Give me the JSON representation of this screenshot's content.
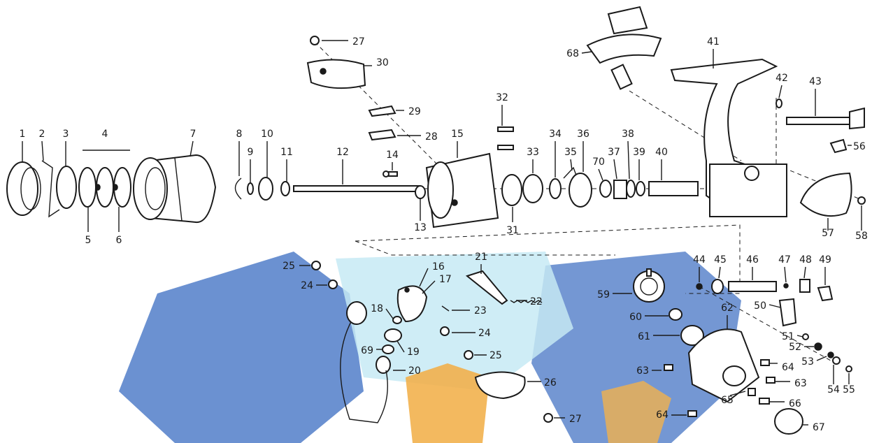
{
  "diagram": {
    "colors": {
      "ink": "#1a1a1a",
      "watermark_blue": "#3d6fc2",
      "watermark_orange": "#f1a93a",
      "watermark_cyan": "#bfe6f2"
    },
    "parts": [
      {
        "id": "p1",
        "label": "1"
      },
      {
        "id": "p2",
        "label": "2"
      },
      {
        "id": "p3",
        "label": "3"
      },
      {
        "id": "p4",
        "label": "4"
      },
      {
        "id": "p5",
        "label": "5"
      },
      {
        "id": "p6",
        "label": "6"
      },
      {
        "id": "p7",
        "label": "7"
      },
      {
        "id": "p8",
        "label": "8"
      },
      {
        "id": "p9",
        "label": "9"
      },
      {
        "id": "p10",
        "label": "10"
      },
      {
        "id": "p11",
        "label": "11"
      },
      {
        "id": "p12",
        "label": "12"
      },
      {
        "id": "p13",
        "label": "13"
      },
      {
        "id": "p14",
        "label": "14"
      },
      {
        "id": "p15",
        "label": "15"
      },
      {
        "id": "p16",
        "label": "16"
      },
      {
        "id": "p17",
        "label": "17"
      },
      {
        "id": "p18",
        "label": "18"
      },
      {
        "id": "p19",
        "label": "19"
      },
      {
        "id": "p20",
        "label": "20"
      },
      {
        "id": "p21",
        "label": "21"
      },
      {
        "id": "p22",
        "label": "22"
      },
      {
        "id": "p23",
        "label": "23"
      },
      {
        "id": "p24a",
        "label": "24"
      },
      {
        "id": "p24b",
        "label": "24"
      },
      {
        "id": "p25a",
        "label": "25"
      },
      {
        "id": "p25b",
        "label": "25"
      },
      {
        "id": "p26",
        "label": "26"
      },
      {
        "id": "p27a",
        "label": "27"
      },
      {
        "id": "p27b",
        "label": "27"
      },
      {
        "id": "p28",
        "label": "28"
      },
      {
        "id": "p29",
        "label": "29"
      },
      {
        "id": "p30",
        "label": "30"
      },
      {
        "id": "p31",
        "label": "31"
      },
      {
        "id": "p32",
        "label": "32"
      },
      {
        "id": "p33",
        "label": "33"
      },
      {
        "id": "p34",
        "label": "34"
      },
      {
        "id": "p35",
        "label": "35"
      },
      {
        "id": "p36",
        "label": "36"
      },
      {
        "id": "p37",
        "label": "37"
      },
      {
        "id": "p38",
        "label": "38"
      },
      {
        "id": "p39",
        "label": "39"
      },
      {
        "id": "p40",
        "label": "40"
      },
      {
        "id": "p41",
        "label": "41"
      },
      {
        "id": "p42",
        "label": "42"
      },
      {
        "id": "p43",
        "label": "43"
      },
      {
        "id": "p44",
        "label": "44"
      },
      {
        "id": "p45",
        "label": "45"
      },
      {
        "id": "p46",
        "label": "46"
      },
      {
        "id": "p47",
        "label": "47"
      },
      {
        "id": "p48",
        "label": "48"
      },
      {
        "id": "p49",
        "label": "49"
      },
      {
        "id": "p50",
        "label": "50"
      },
      {
        "id": "p51",
        "label": "51"
      },
      {
        "id": "p52",
        "label": "52"
      },
      {
        "id": "p53",
        "label": "53"
      },
      {
        "id": "p54",
        "label": "54"
      },
      {
        "id": "p55",
        "label": "55"
      },
      {
        "id": "p56",
        "label": "56"
      },
      {
        "id": "p57",
        "label": "57"
      },
      {
        "id": "p58",
        "label": "58"
      },
      {
        "id": "p59",
        "label": "59"
      },
      {
        "id": "p60",
        "label": "60"
      },
      {
        "id": "p61",
        "label": "61"
      },
      {
        "id": "p62",
        "label": "62"
      },
      {
        "id": "p63a",
        "label": "63"
      },
      {
        "id": "p63b",
        "label": "63"
      },
      {
        "id": "p64a",
        "label": "64"
      },
      {
        "id": "p64b",
        "label": "64"
      },
      {
        "id": "p65",
        "label": "65"
      },
      {
        "id": "p66",
        "label": "66"
      },
      {
        "id": "p67",
        "label": "67"
      },
      {
        "id": "p68",
        "label": "68"
      },
      {
        "id": "p69",
        "label": "69"
      },
      {
        "id": "p70",
        "label": "70"
      }
    ]
  }
}
